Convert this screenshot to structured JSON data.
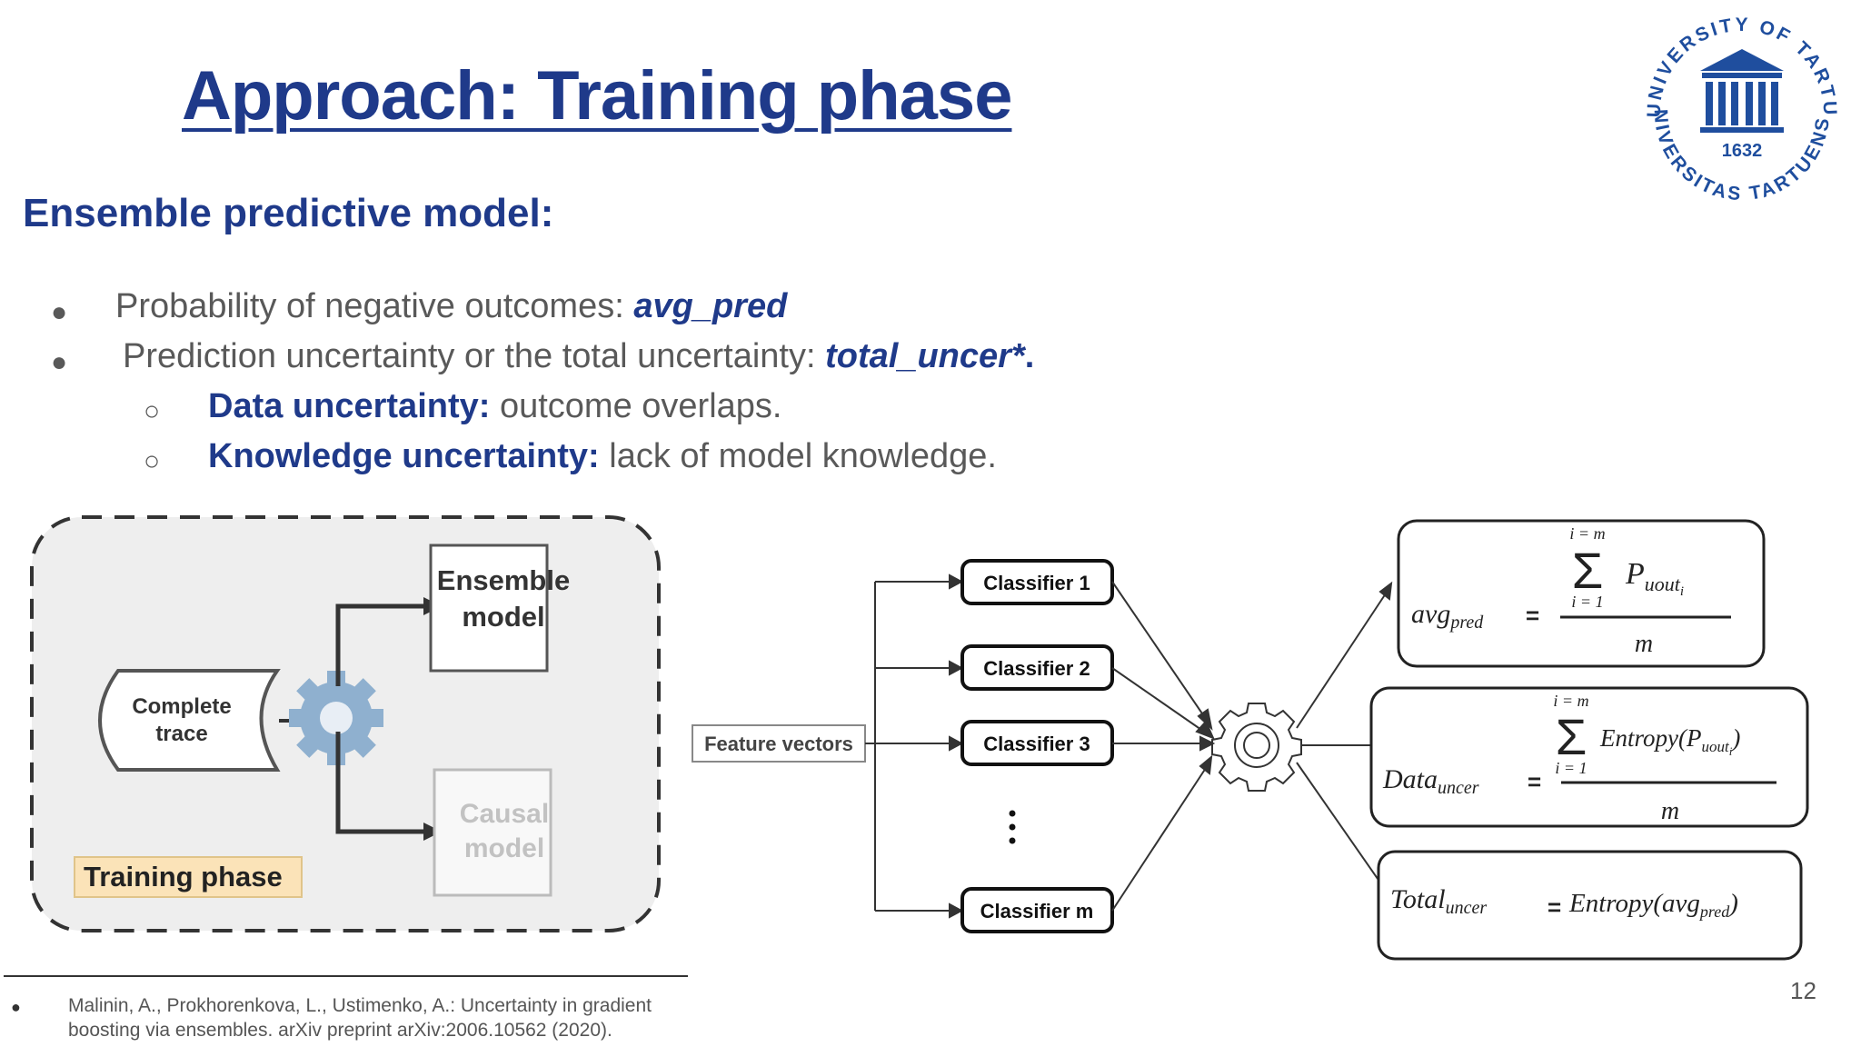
{
  "title": "Approach: Training phase",
  "subtitle": "Ensemble predictive model:",
  "bullets": [
    {
      "text": "Probability of negative outcomes: ",
      "emph": "avg_pred",
      "tail": ""
    },
    {
      "text": "Prediction uncertainty or the total uncertainty: ",
      "emph": "total_uncer*",
      "tail": "."
    },
    {
      "term": "Data uncertainty:",
      "text": " outcome overlaps."
    },
    {
      "term": "Knowledge uncertainty:",
      "text": " lack of model knowledge."
    }
  ],
  "seal": {
    "ring_top": "UNIVERSITY OF TARTU",
    "ring_bottom": "UNIVERSITAS TARTUENSIS",
    "year": "1632",
    "color": "#1f4e9e"
  },
  "left_panel": {
    "complete_trace": [
      "Complete",
      "trace"
    ],
    "ensemble_model": [
      "Ensemble",
      "model"
    ],
    "causal_model": [
      "Causal",
      "model"
    ],
    "training_phase": "Training phase"
  },
  "diagram": {
    "feature_vectors": "Feature vectors",
    "classifiers": [
      "Classifier 1",
      "Classifier 2",
      "Classifier 3",
      "Classifier m"
    ],
    "formula_avg": {
      "lhs": "avg",
      "lhs_sub": "pred",
      "sum_top": "i = m",
      "sum_bottom": "i = 1",
      "term": "P",
      "term_sub": "uout",
      "term_subsub": "i",
      "denominator": "m"
    },
    "formula_data": {
      "lhs": "Data",
      "lhs_sub": "uncer",
      "sum_top": "i = m",
      "sum_bottom": "i = 1",
      "term": "Entropy(P",
      "term_sub": "uout",
      "term_subsub": "i",
      "term_close": ")",
      "denominator": "m"
    },
    "formula_total": {
      "lhs": "Total",
      "lhs_sub": "uncer",
      "rhs": "Entropy(avg",
      "rhs_sub": "pred",
      "rhs_close": ")"
    }
  },
  "footnote": "Malinin, A., Prokhorenkova, L., Ustimenko, A.: Uncertainty in gradient boosting via ensembles. arXiv preprint arXiv:2006.10562 (2020).",
  "page_number": "12",
  "colors": {
    "accent": "#1f3a8a",
    "text": "#595959",
    "panel_bg": "#eeeeee",
    "label_bg": "#fbe3b8"
  }
}
